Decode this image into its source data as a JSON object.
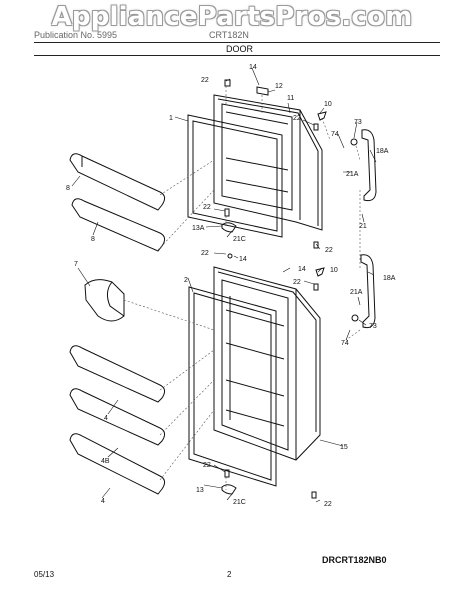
{
  "watermark": "AppliancePartsPros.com",
  "header": {
    "left_text": "Publication No. 5995",
    "right_text": "CRT182N",
    "section": "DOOR"
  },
  "diagram_code": "DRCRT182NB0",
  "footer": {
    "date": "05/13",
    "page": "2"
  },
  "callouts": [
    "1",
    "2",
    "4",
    "4",
    "4B",
    "7",
    "8",
    "8",
    "10",
    "10",
    "11",
    "12",
    "13",
    "13A",
    "14",
    "14",
    "14",
    "15",
    "18A",
    "18A",
    "21",
    "21A",
    "21A",
    "21C",
    "21C",
    "22",
    "22",
    "22",
    "22",
    "22",
    "22",
    "22",
    "22",
    "73",
    "73",
    "74",
    "74"
  ]
}
